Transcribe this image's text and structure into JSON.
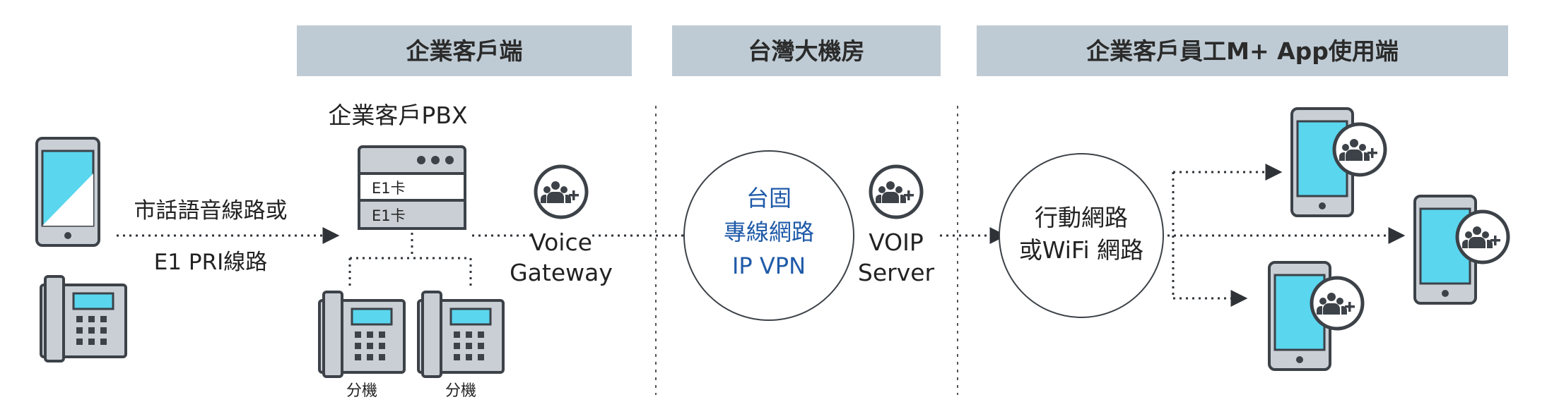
{
  "sections": {
    "left_header": "企業客戶端",
    "middle_header": "台灣大機房",
    "right_header": "企業客戶員工M+ App使用端"
  },
  "pbx": {
    "title": "企業客戶PBX",
    "card1": "E1卡",
    "card2": "E1卡"
  },
  "link_label": {
    "line1": "市話語音線路或",
    "line2": "E1 PRI線路"
  },
  "extensions": [
    "分機",
    "分機"
  ],
  "voice_gateway": {
    "line1": "Voice",
    "line2": "Gateway"
  },
  "vpn": {
    "line1": "台固",
    "line2": "專線網路",
    "line3": "IP VPN"
  },
  "voip_server": {
    "line1": "VOIP",
    "line2": "Server"
  },
  "mobile_net": {
    "line1": "行動網路",
    "line2": "或WiFi 網路"
  },
  "colors": {
    "header_bg": "#bfcbd4",
    "screen": "#5ad6ef",
    "device_body": "#c9cfd4",
    "outline": "#3c4248",
    "blue_text": "#1f5aa8"
  },
  "icons": [
    "phone-icon",
    "desk-phone-icon",
    "server-icon",
    "mplus-icon"
  ]
}
